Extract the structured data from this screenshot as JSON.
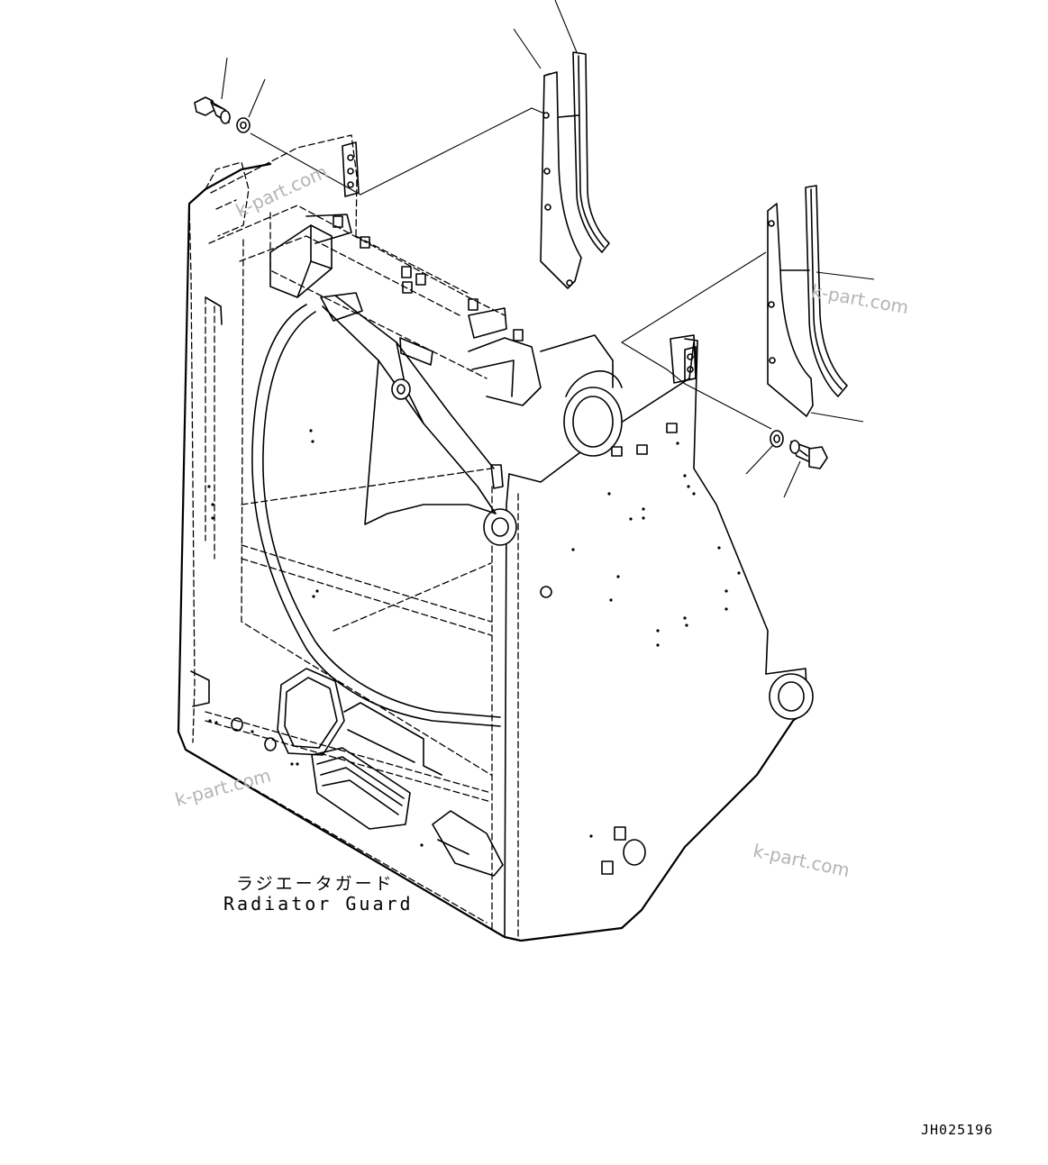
{
  "diagram": {
    "part_name_jp": "ラジエータガード",
    "part_name_en": "Radiator Guard",
    "drawing_code": "JH025196",
    "watermark": "k-part.com"
  }
}
